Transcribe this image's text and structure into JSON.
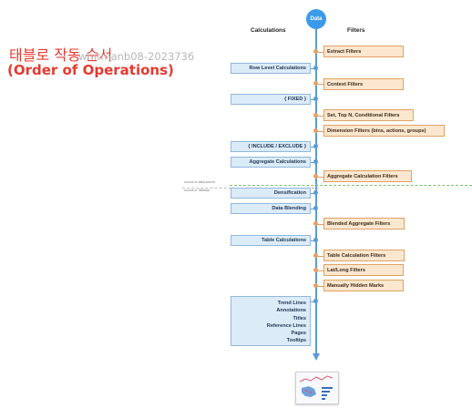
{
  "title_korean": "태블로 작동 순서",
  "title_english": "(Order of Operations)",
  "watermark": "whitmanb08-2023736",
  "headers": {
    "calculations": "Calculations",
    "data": "Data",
    "filters": "Filters"
  },
  "notes": {
    "data_source": "occurs in data source",
    "tableau": "occurs in Tableau"
  },
  "calculations": [
    "Row Level Calculations",
    "{ FIXED }",
    "{ INCLUDE / EXCLUDE }",
    "Aggregate Calculations",
    "Densification",
    "Data Blending",
    "Table Calculations"
  ],
  "final_items": [
    "Trend Lines",
    "Annotations",
    "Titles",
    "Reference Lines",
    "Pages",
    "Tooltips"
  ],
  "filters": [
    "Extract Filters",
    "Context Filters",
    "Set, Top N, Conditional Filters",
    "Dimension Filters (bins, actions, groups)",
    "Aggregate Calculation Filters",
    "Blended Aggregate Filters",
    "Table Calculation Filters",
    "Lat/Long Filters",
    "Manually Hidden Marks"
  ],
  "colors": {
    "title": "#e8392f",
    "calc_fill": "#dcebf8",
    "filter_fill": "#fbe7cf",
    "spine": "#5b9bd5",
    "data_circle": "#3c9be8"
  }
}
